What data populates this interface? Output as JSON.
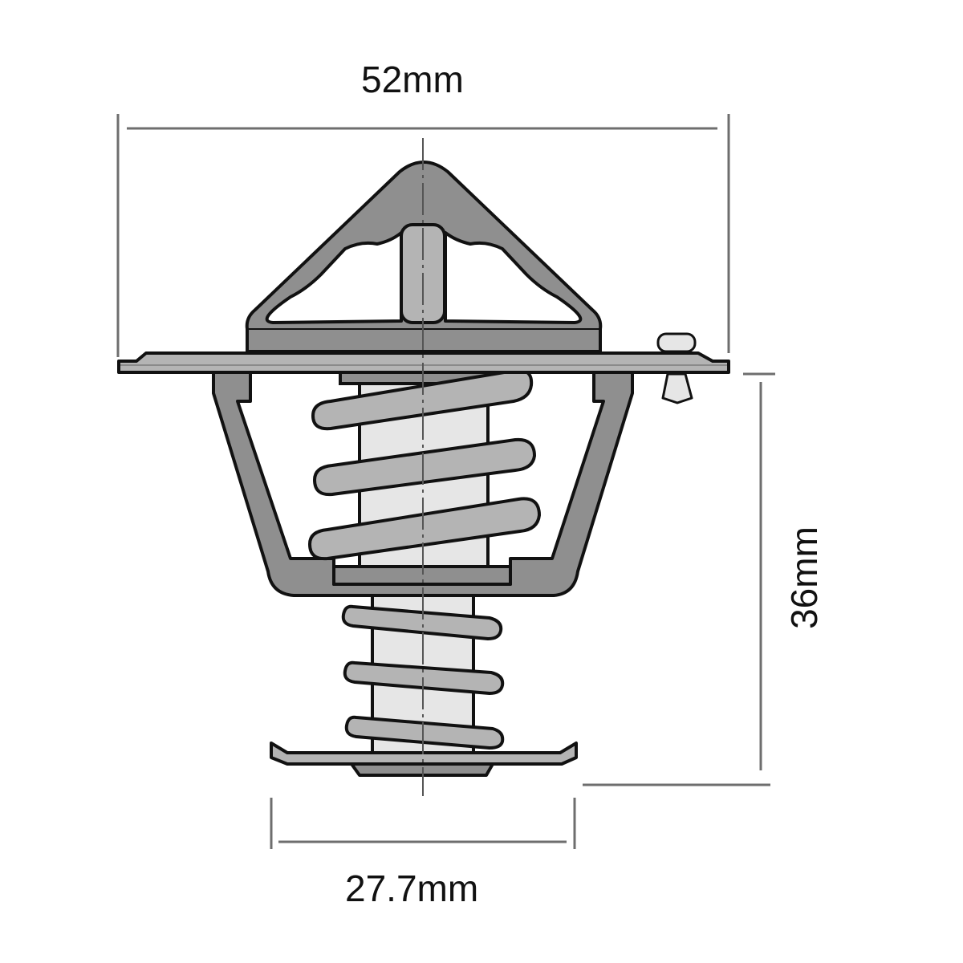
{
  "diagram": {
    "title": "Thermostat dimension drawing",
    "dimensions": {
      "overall_width": "52mm",
      "height": "36mm",
      "bottom_diameter": "27.7mm"
    },
    "parts": [
      "top-bridge",
      "center-pin",
      "flange",
      "jiggle-valve",
      "housing-cup",
      "main-spring",
      "lower-spring",
      "piston-body",
      "bottom-plate"
    ],
    "colors": {
      "dark_fill": "#8f8f8f",
      "mid_fill": "#b4b4b4",
      "light_fill": "#e6e6e6",
      "outline": "#111111",
      "dim_line": "#6e6e6e"
    }
  }
}
